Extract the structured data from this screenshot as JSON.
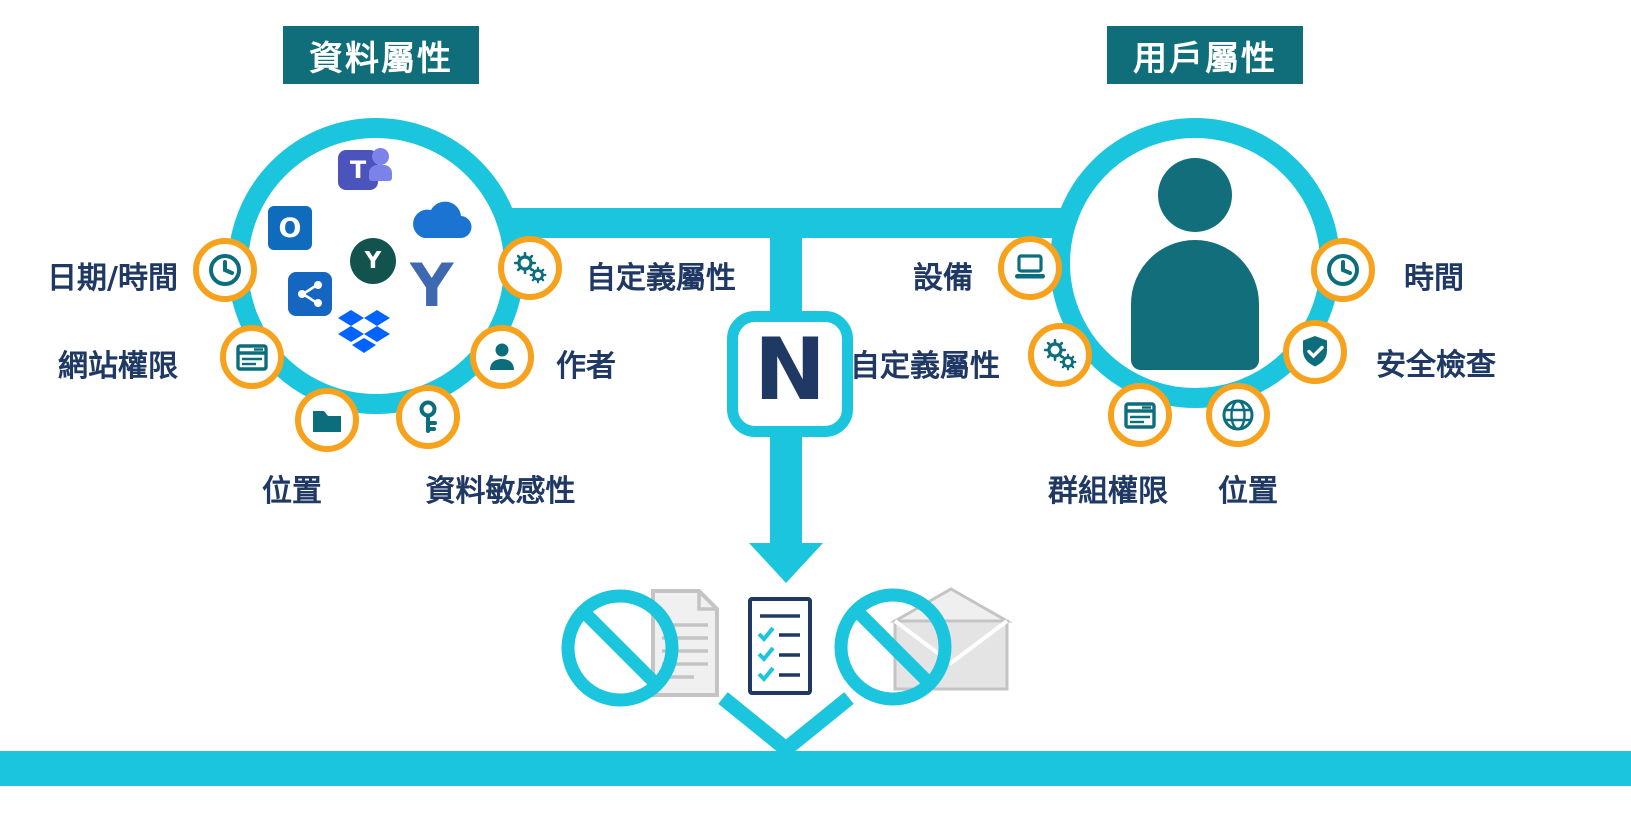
{
  "titles": {
    "data": "資料屬性",
    "user": "用戶屬性"
  },
  "logo": {
    "letter": "N"
  },
  "apps": {
    "teams": "T",
    "outlook": "O",
    "yammer": "Y",
    "yammer_blue": "Y"
  },
  "data_attributes": [
    {
      "label": "日期/時間",
      "icon": "clock"
    },
    {
      "label": "網站權限",
      "icon": "browser"
    },
    {
      "label": "位置",
      "icon": "folder"
    },
    {
      "label": "資料敏感性",
      "icon": "key"
    },
    {
      "label": "作者",
      "icon": "person"
    },
    {
      "label": "自定義屬性",
      "icon": "gears"
    }
  ],
  "user_attributes": [
    {
      "label": "設備",
      "icon": "laptop"
    },
    {
      "label": "自定義屬性",
      "icon": "gears"
    },
    {
      "label": "群組權限",
      "icon": "browser"
    },
    {
      "label": "位置",
      "icon": "globe"
    },
    {
      "label": "安全檢查",
      "icon": "shield"
    },
    {
      "label": "時間",
      "icon": "clock"
    }
  ],
  "colors": {
    "cyan": "#1CC5DE",
    "teal": "#0F6E79",
    "navy": "#1F3864",
    "orange": "#F6A21D"
  }
}
